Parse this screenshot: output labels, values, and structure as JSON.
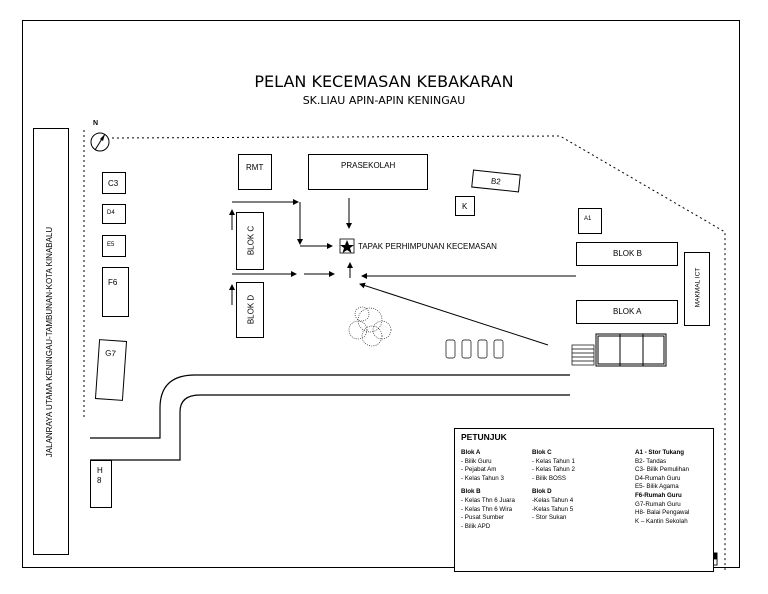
{
  "title": "PELAN KECEMASAN KEBAKARAN",
  "subtitle": "SK.LIAU APIN-APIN KENINGAU",
  "compass_label": "N",
  "road_label": "JALANRAYA UTAMA KENINGAU-TAMBUNAN-KOTA KINABALU",
  "buildings": {
    "c3": "C3",
    "d4": "D4",
    "e5": "E5",
    "f6": "F6",
    "g7": "G7",
    "h8": "H\n8",
    "rmt": "RMT",
    "prasekolah": "PRASEKOLAH",
    "b2": "B2",
    "k": "K",
    "a1": "A1",
    "blok_c": "BLOK C",
    "blok_d": "BLOK D",
    "blok_b": "BLOK B",
    "blok_a": "BLOK A",
    "makmal_ict": "MAKMAL ICT"
  },
  "assembly_point": "TAPAK PERHIMPUNAN KECEMASAN",
  "legend": {
    "title": "PETUNJUK",
    "columns": [
      {
        "groups": [
          {
            "head": "Blok A",
            "items": [
              "- Bilik Guru",
              "- Pejabat Am",
              "- Kelas Tahun 3"
            ]
          },
          {
            "head": "Blok B",
            "items": [
              "- Kelas Thn 6 Juara",
              "- Kelas Thn 6 Wira",
              "- Pusat Sumber",
              "- Bilik APD"
            ]
          }
        ]
      },
      {
        "groups": [
          {
            "head": "Blok C",
            "items": [
              "- Kelas Tahun 1",
              "- Kelas Tahun 2",
              "- Bilik BOSS"
            ]
          },
          {
            "head": "Blok D",
            "items": [
              "-Kelas Tahun 4",
              "-Kelas Tahun 5",
              "- Stor Sukan"
            ]
          }
        ]
      },
      {
        "groups": [
          {
            "head": "A1 - Stor Tukang",
            "items": [
              "B2- Tandas",
              "C3- Bilik Pemulihan",
              "D4-Rumah Guru",
              "E5- Bilik Agama"
            ]
          },
          {
            "head": "F6-Rumah Guru",
            "items": [
              "G7-Rumah Guru",
              "H8- Balai Pengawal",
              "K – Kantin Sekolah"
            ]
          }
        ]
      }
    ]
  }
}
